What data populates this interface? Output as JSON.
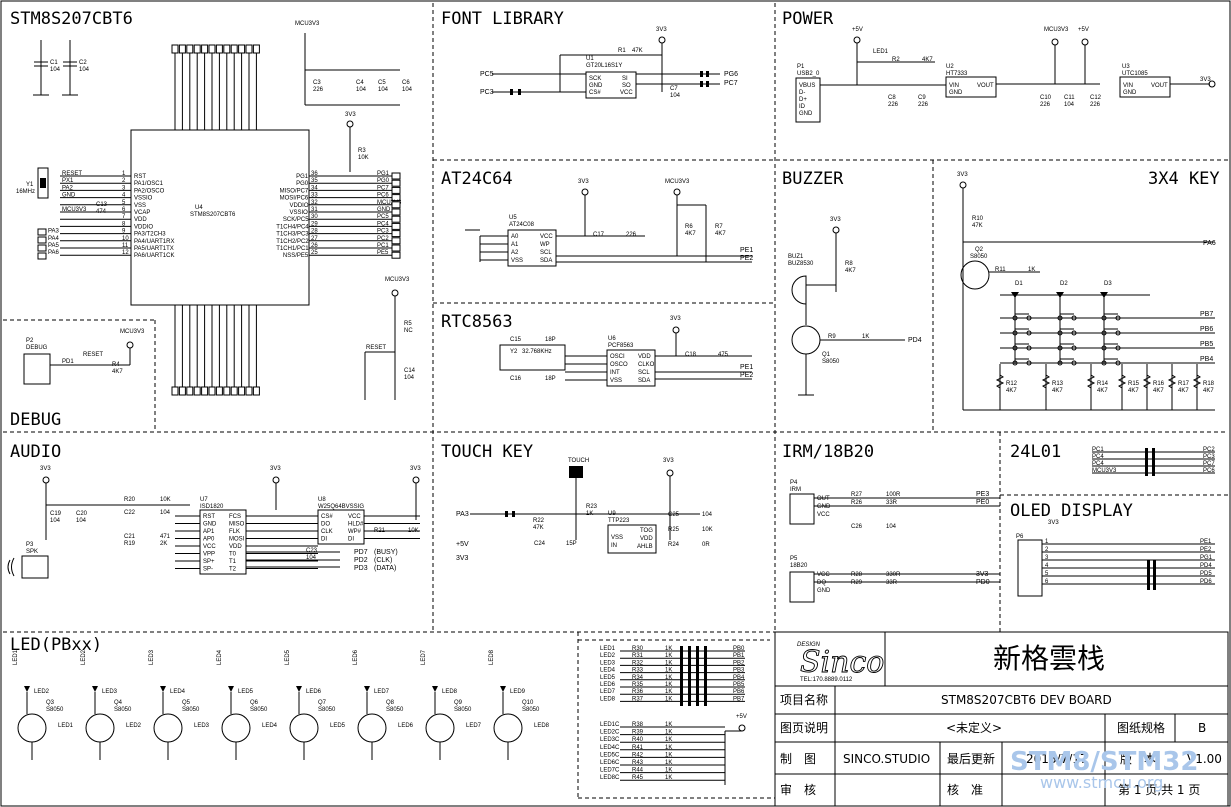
{
  "sections": {
    "mcu": "STM8S207CBT6",
    "font": "FONT LIBRARY",
    "power": "POWER",
    "eeprom": "AT24C64",
    "buzzer": "BUZZER",
    "keypad": "3X4 KEY",
    "rtc": "RTC8563",
    "debug": "DEBUG",
    "audio": "AUDIO",
    "touch": "TOUCH KEY",
    "irm": "IRM/18B20",
    "wireless": "24L01",
    "oled": "OLED DISPLAY",
    "led": "LED(PBxx)"
  },
  "mcu": {
    "ref": "U4",
    "part": "STM8S207CBT6",
    "left_pins": [
      "RESET",
      "PX1",
      "PA2",
      "GND",
      "",
      "MCU3V3",
      "",
      "",
      "PA3",
      "PA4",
      "PA5",
      "PA6"
    ],
    "left_names": [
      "RST",
      "PA1/OSC1",
      "PA2/OSCO",
      "VSSIO",
      "VSS",
      "VCAP",
      "VDD",
      "VDDIO",
      "PA3/T2CH3",
      "PA4/UART1RX",
      "PA5/UART1TX",
      "PA6/UART1CK"
    ],
    "right_pins": [
      "PG1",
      "PG0",
      "PC7",
      "PC6",
      "MCU3V3",
      "GND",
      "PC5",
      "PC4",
      "PC3",
      "PC2",
      "PC1",
      "PE5"
    ],
    "right_names": [
      "PG1",
      "PG0",
      "MISO/PC7",
      "MOSI/PC6",
      "VDDIO",
      "VSSIO",
      "SCK/PC5",
      "T1CH4/PC4",
      "T1CH3/PC3",
      "T1CH2/PC2",
      "T1CH1/PC1",
      "NSS/PE5"
    ],
    "crystal": "Y1",
    "crystal_freq": "16MHz",
    "c13": "C13",
    "c13_val": "474"
  },
  "caps_top": {
    "c1": "C1",
    "c1v": "104",
    "c2": "C2",
    "c2v": "104",
    "c3": "C3",
    "c3v": "226",
    "c4": "C4",
    "c4v": "104",
    "c5": "C5",
    "c5v": "104",
    "c6": "C6",
    "c6v": "104",
    "mcu3v3": "MCU3V3",
    "v3v3": "3V3",
    "r3": "R3",
    "r3v": "10K",
    "r5": "R5",
    "r5v": "NC",
    "c14": "C14",
    "c14v": "104",
    "reset": "RESET"
  },
  "font": {
    "ref": "U1",
    "part": "GT20L16S1Y",
    "r1": "R1",
    "r1v": "47K",
    "left": [
      "SCK",
      "GND",
      "CS#"
    ],
    "right": [
      "SI",
      "SO",
      "VCC"
    ],
    "nets_l": [
      "PC5",
      "PC3"
    ],
    "nets_r": [
      "PG6",
      "PC7"
    ],
    "c7": "C7",
    "c7v": "104",
    "vcc": "3V3"
  },
  "power": {
    "usb": "P1",
    "usb_part": "USB2_0",
    "usb_pins": [
      "VBUS",
      "D-",
      "D+",
      "ID",
      "GND"
    ],
    "led1": "LED1",
    "r2": "R2",
    "r2v": "4K7",
    "u2": "U2",
    "u2p": "HT7333",
    "u3": "U3",
    "u3p": "UTC1085",
    "vin": "VIN",
    "gnd": "GND",
    "vout": "VOUT",
    "c8": "C8",
    "c8v": "226",
    "c9": "C9",
    "c9v": "226",
    "c10": "C10",
    "c10v": "226",
    "c11": "C11",
    "c11v": "104",
    "c12": "C12",
    "c12v": "226",
    "p5v": "+5V",
    "mcu3v3": "MCU3V3",
    "v3v3": "3V3"
  },
  "eeprom": {
    "ref": "U5",
    "part": "AT24C08",
    "left": [
      "A0",
      "A1",
      "A2",
      "VSS"
    ],
    "right": [
      "VCC",
      "WP",
      "SCL",
      "SDA"
    ],
    "c17": "C17",
    "c17v": "226",
    "r6": "R6",
    "r6v": "4K7",
    "r7": "R7",
    "r7v": "4K7",
    "nets": [
      "PE1",
      "PE2"
    ],
    "v3v3": "3V3",
    "mcu3v3": "MCU3V3"
  },
  "buzzer": {
    "buz": "BUZ1",
    "buz_part": "BUZ8530",
    "r8": "R8",
    "r8v": "4K7",
    "r9": "R9",
    "r9v": "1K",
    "q1": "Q1",
    "q1p": "S8050",
    "net": "PD4",
    "v3v3": "3V3"
  },
  "keypad": {
    "r10": "R10",
    "r10v": "47K",
    "q2": "Q2",
    "q2p": "S8050",
    "r11": "R11",
    "r11v": "1K",
    "diodes": [
      "D1",
      "D2",
      "D3"
    ],
    "rows": [
      "PB7",
      "PB6",
      "PB5",
      "PB4"
    ],
    "top_net": "PA6",
    "resistors": [
      "R12",
      "R13",
      "R14",
      "R15",
      "R16",
      "R17",
      "R18"
    ],
    "rval": "4K7",
    "v3v3": "3V3"
  },
  "rtc": {
    "ref": "U6",
    "part": "PCF8563",
    "left": [
      "OSCI",
      "OSCO",
      "INT",
      "VSS"
    ],
    "right": [
      "VDD",
      "CLKO",
      "SCL",
      "SDA"
    ],
    "c15": "C15",
    "c15v": "18P",
    "c16": "C16",
    "c16v": "18P",
    "y2": "Y2",
    "y2f": "32.768KHz",
    "c18": "C18",
    "c18v": "475",
    "nets": [
      "PE1",
      "PE2"
    ],
    "v3v3": "3V3"
  },
  "debug": {
    "ref": "P2",
    "part": "DEBUG",
    "pd1": "PD1",
    "reset": "RESET",
    "r4": "R4",
    "r4v": "4K7",
    "mcu3v3": "MCU3V3"
  },
  "audio": {
    "u7": "U7",
    "u7p": "ISD1820",
    "u8": "U8",
    "u8p": "W25Q64BVSSIG",
    "u7_left": [
      "RST",
      "GND",
      "AP1",
      "AP0",
      "VCC",
      "VPP",
      "SP+",
      "SP-"
    ],
    "u7_right": [
      "FCS",
      "MISO",
      "FLK",
      "MOSI",
      "VDD",
      "T0",
      "T1",
      "T2"
    ],
    "u8_left": [
      "CS#",
      "DO",
      "CLK",
      "DI"
    ],
    "u8_right": [
      "VCC",
      "HLD#",
      "WP#",
      "DI"
    ],
    "r20": "R20",
    "r20v": "10K",
    "r21": "R21",
    "r21v": "10K",
    "c19": "C19",
    "c19v": "104",
    "c20": "C20",
    "c20v": "104",
    "c21": "C21",
    "c21v": "471",
    "c22": "C22",
    "c22v": "104",
    "c23": "C23",
    "c23v": "104",
    "r19": "R19",
    "r19v": "2K",
    "spk": "P3",
    "spk_label": "SPK",
    "nets": [
      "PD7",
      "PD2",
      "PD3"
    ],
    "net_notes": [
      "(BUSY)",
      "(CLK)",
      "(DATA)"
    ],
    "v3v3": "3V3"
  },
  "touch": {
    "touch_pad": "TOUCH",
    "r22": "R22",
    "r22v": "47K",
    "r23": "R23",
    "r23v": "1K",
    "u9": "U9",
    "u9p": "TTP223",
    "left": [
      "VSS",
      "IN"
    ],
    "right": [
      "TOG",
      "VDD",
      "AHLB"
    ],
    "c24": "C24",
    "c24v": "15P",
    "c25": "C25",
    "c25v": "104",
    "r25": "R25",
    "r25v": "10K",
    "r24": "R24",
    "r24v": "0R",
    "nets": [
      "PA3",
      "+5V",
      "3V3"
    ],
    "v3v3": "3V3"
  },
  "irm": {
    "p4": "P4",
    "p4p": "IRM",
    "p4pins": [
      "OUT",
      "GND",
      "VCC"
    ],
    "r27": "R27",
    "r27v": "100R",
    "r26": "R26",
    "r26v": "33R",
    "c26": "C26",
    "c26v": "104",
    "p5": "P5",
    "p5p": "18B20",
    "p5pins": [
      "VCC",
      "DQ",
      "GND"
    ],
    "r28": "R28",
    "r28v": "330R",
    "r29": "R29",
    "r29v": "33R",
    "nets": [
      "PE3",
      "PE0",
      "3V3",
      "PD0"
    ]
  },
  "wireless": {
    "left": [
      "PC1",
      "PC4",
      "PC4",
      "MCU3V3"
    ],
    "right": [
      "PC2",
      "PC3",
      "PC7",
      "PC6"
    ]
  },
  "oled": {
    "ref": "P6",
    "v3v3": "3V3",
    "nets": [
      "PE1",
      "PE2",
      "PG1",
      "PD4",
      "PD5",
      "PD6"
    ]
  },
  "leds": [
    {
      "net": "LED1",
      "led": "LED2",
      "q": "Q3",
      "r": "LED1"
    },
    {
      "net": "LED2",
      "led": "LED3",
      "q": "Q4",
      "r": "LED2"
    },
    {
      "net": "LED3",
      "led": "LED4",
      "q": "Q5",
      "r": "LED3"
    },
    {
      "net": "LED4",
      "led": "LED5",
      "q": "Q6",
      "r": "LED4"
    },
    {
      "net": "LED5",
      "led": "LED6",
      "q": "Q7",
      "r": "LED5"
    },
    {
      "net": "LED6",
      "led": "LED7",
      "q": "Q8",
      "r": "LED6"
    },
    {
      "net": "LED7",
      "led": "LED8",
      "q": "Q9",
      "r": "LED7"
    },
    {
      "net": "LED8",
      "led": "LED9",
      "q": "Q10",
      "r": "LED8"
    }
  ],
  "led_qpart": "S8050",
  "led_table": {
    "top": [
      {
        "n": "LED1",
        "r": "R30",
        "v": "1K",
        "p": "PB0"
      },
      {
        "n": "LED2",
        "r": "R31",
        "v": "1K",
        "p": "PB1"
      },
      {
        "n": "LED3",
        "r": "R32",
        "v": "1K",
        "p": "PB2"
      },
      {
        "n": "LED4",
        "r": "R33",
        "v": "1K",
        "p": "PB3"
      },
      {
        "n": "LED5",
        "r": "R34",
        "v": "1K",
        "p": "PB4"
      },
      {
        "n": "LED6",
        "r": "R35",
        "v": "1K",
        "p": "PB5"
      },
      {
        "n": "LED7",
        "r": "R36",
        "v": "1K",
        "p": "PB6"
      },
      {
        "n": "LED8",
        "r": "R37",
        "v": "1K",
        "p": "PB7"
      }
    ],
    "bottom": [
      {
        "n": "LED1C",
        "r": "R38",
        "v": "1K"
      },
      {
        "n": "LED2C",
        "r": "R39",
        "v": "1K"
      },
      {
        "n": "LED3C",
        "r": "R40",
        "v": "1K"
      },
      {
        "n": "LED4C",
        "r": "R41",
        "v": "1K"
      },
      {
        "n": "LED5C",
        "r": "R42",
        "v": "1K"
      },
      {
        "n": "LED6C",
        "r": "R43",
        "v": "1K"
      },
      {
        "n": "LED7C",
        "r": "R44",
        "v": "1K"
      },
      {
        "n": "LED8C",
        "r": "R45",
        "v": "1K"
      }
    ],
    "supply": "+5V"
  },
  "title_block": {
    "logo": "Sinco",
    "logo_top": "DESIGN",
    "logo_tel": "TEL:170.8889.0112",
    "company": "新格雲栈",
    "project_label": "项目名称",
    "project": "STM8S207CBT6 DEV BOARD",
    "desc_label": "图页说明",
    "desc": "<未定义>",
    "size_label": "图纸规格",
    "size": "B",
    "drawn_label": "制　图",
    "drawn": "SINCO.STUDIO",
    "updated_label": "最后更新",
    "updated": "2018/7/17",
    "version_label": "版　本",
    "version": "V1.00",
    "review_label": "审　核",
    "approve_label": "核　准",
    "page": "第 1 页,共 1 页"
  },
  "watermark": {
    "main": "STM8/STM32",
    "sub": "www.stmcu.org"
  }
}
